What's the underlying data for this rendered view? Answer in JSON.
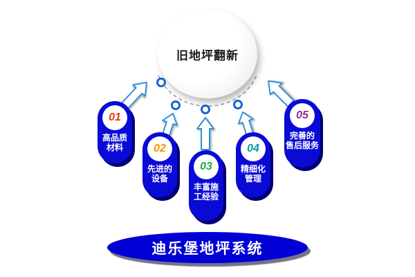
{
  "center_circle": {
    "title": "旧地坪翻新"
  },
  "banner": {
    "title": "迪乐堡地坪系统"
  },
  "items": [
    {
      "number": "01",
      "line1": "高品质",
      "line2": "材料",
      "number_color": "#e8380d"
    },
    {
      "number": "02",
      "line1": "先进的",
      "line2": "设备",
      "number_color": "#f39800"
    },
    {
      "number": "03",
      "line1": "丰富施",
      "line2": "工经验",
      "number_color": "#22ac38"
    },
    {
      "number": "04",
      "line1": "精细化",
      "line2": "管理",
      "number_color": "#00a0a0"
    },
    {
      "number": "05",
      "line1": "完善的",
      "line2": "售后服务",
      "number_color": "#8b2f8f"
    }
  ],
  "colors": {
    "capsule_blue": "#0a0ad6",
    "capsule_shadow": "#000072",
    "banner_blue": "#0101d6",
    "arrow_outline": "#2e8fd6",
    "ring_blue": "#1565d8",
    "dashed_arc": "#9a9a9a"
  }
}
